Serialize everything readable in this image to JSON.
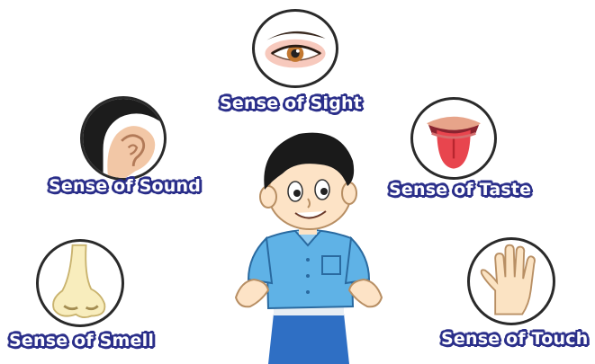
{
  "senses": {
    "sight": {
      "label": "Sense of Sight",
      "icon": "eye-icon"
    },
    "sound": {
      "label": "Sense of Sound",
      "icon": "ear-icon"
    },
    "taste": {
      "label": "Sense of Taste",
      "icon": "tongue-icon"
    },
    "smell": {
      "label": "Sense of Smell",
      "icon": "nose-icon"
    },
    "touch": {
      "label": "Sense of Touch",
      "icon": "hand-icon"
    }
  },
  "colors": {
    "label_fill": "#ffffff",
    "label_outline": "#2b2f8a",
    "circle_border": "#2a2a2a",
    "shirt": "#5fb2e6",
    "pants": "#2f6fc4",
    "skin": "#fde3c6",
    "tongue": "#e8454e"
  }
}
